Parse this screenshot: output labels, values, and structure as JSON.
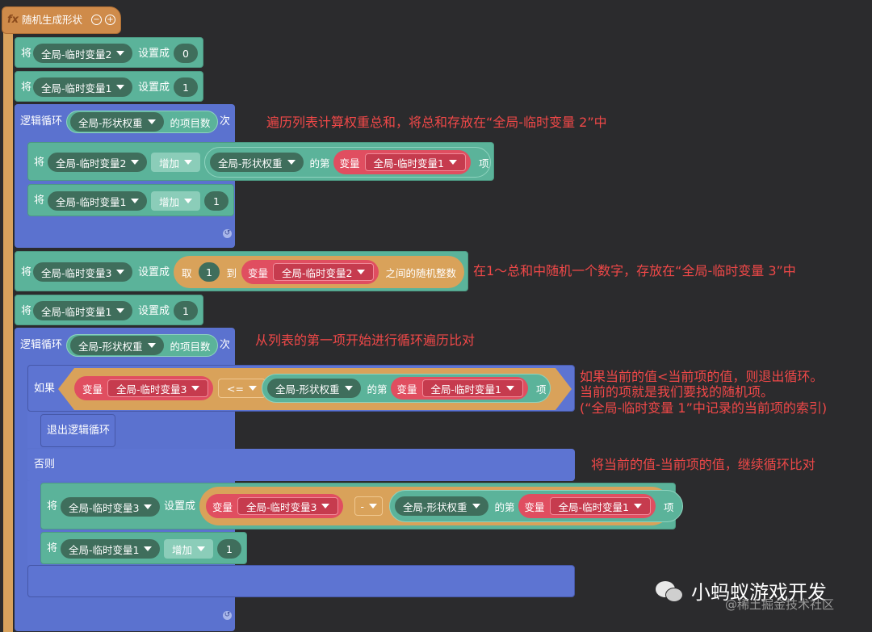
{
  "event": {
    "fx": "fx",
    "label": "随机生成形状",
    "minus": "−",
    "plus": "+"
  },
  "words": {
    "set": "将",
    "set_to": "设置成",
    "increase": "增加",
    "var": "变量",
    "of_nth": "的第",
    "item": "项",
    "loop": "逻辑循环",
    "count": "的项目数",
    "times": "次",
    "take": "取",
    "to": "到",
    "random_int": "之间的随机整数",
    "if": "如果",
    "else": "否则",
    "break": "退出逻辑循环",
    "le": "<=",
    "minus_op": "-"
  },
  "vars": {
    "t1": "全局-临时变量1",
    "t2": "全局-临时变量2",
    "t3": "全局-临时变量3",
    "weights": "全局-形状权重"
  },
  "numbers": {
    "zero": "0",
    "one": "1"
  },
  "notes": {
    "n1": "遍历列表计算权重总和，将总和存放在“全局-临时变量 2”中",
    "n2": "在1～总和中随机一个数字，存放在“全局-临时变量 3”中",
    "n3": "从列表的第一项开始进行循环遍历比对",
    "n4a": "如果当前的值<当前项的值，则退出循环。",
    "n4b": "当前的项就是我们要找的随机项。",
    "n4c": "(“全局-临时变量 1”中记录的当前项的索引)",
    "n5": "将当前的值-当前项的值，继续循环比对"
  },
  "watermark": {
    "brand": "小蚂蚁游戏开发",
    "sub": "@稀土掘金技术社区"
  }
}
